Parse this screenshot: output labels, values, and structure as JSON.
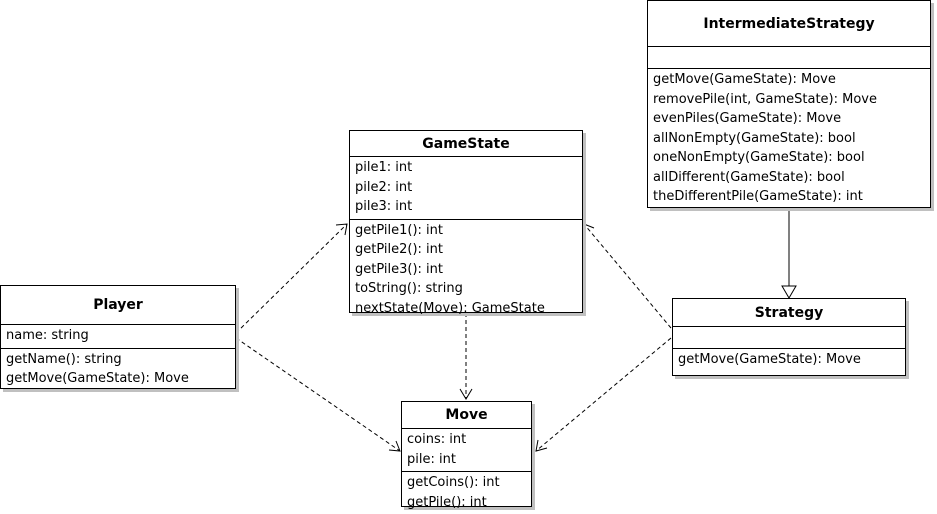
{
  "classes": {
    "intermediate_strategy": {
      "name": "IntermediateStrategy",
      "attributes": [],
      "methods": [
        "getMove(GameState): Move",
        "removePile(int, GameState): Move",
        "evenPiles(GameState): Move",
        "allNonEmpty(GameState): bool",
        "oneNonEmpty(GameState): bool",
        "allDifferent(GameState): bool",
        "theDifferentPile(GameState): int"
      ]
    },
    "game_state": {
      "name": "GameState",
      "attributes": [
        "pile1: int",
        "pile2: int",
        "pile3: int"
      ],
      "methods": [
        "getPile1(): int",
        "getPile2(): int",
        "getPile3(): int",
        "toString(): string",
        "nextState(Move): GameState"
      ]
    },
    "player": {
      "name": "Player",
      "attributes": [
        "name: string"
      ],
      "methods": [
        "getName(): string",
        "getMove(GameState): Move"
      ]
    },
    "strategy": {
      "name": "Strategy",
      "attributes": [],
      "methods": [
        "getMove(GameState): Move"
      ]
    },
    "move": {
      "name": "Move",
      "attributes": [
        "coins: int",
        "pile: int"
      ],
      "methods": [
        "getCoins(): int",
        "getPile(): int"
      ]
    }
  },
  "relationships": [
    {
      "from": "Player",
      "to": "GameState",
      "type": "dependency"
    },
    {
      "from": "Player",
      "to": "Move",
      "type": "dependency"
    },
    {
      "from": "GameState",
      "to": "Move",
      "type": "dependency"
    },
    {
      "from": "Strategy",
      "to": "GameState",
      "type": "dependency"
    },
    {
      "from": "Strategy",
      "to": "Move",
      "type": "dependency"
    },
    {
      "from": "IntermediateStrategy",
      "to": "Strategy",
      "type": "generalization"
    }
  ]
}
